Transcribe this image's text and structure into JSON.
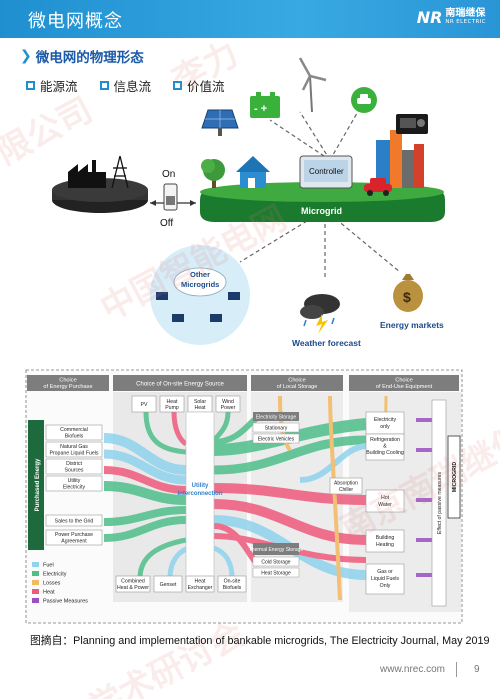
{
  "header": {
    "title": "微电网概念",
    "brand_mark": "NR",
    "brand_cn": "南瑞继保",
    "brand_en": "NR ELECTRIC"
  },
  "section": {
    "title": "微电网的物理形态"
  },
  "flows": [
    "能源流",
    "信息流",
    "价值流"
  ],
  "top_diagram": {
    "switch_on": "On",
    "switch_off": "Off",
    "controller": "Controller",
    "microgrid": "Microgrid",
    "other_microgrids": [
      "Other",
      "Microgrids"
    ],
    "weather": "Weather forecast",
    "markets": "Energy markets"
  },
  "sankey": {
    "col_titles": [
      [
        "Choice",
        "of Energy Purchase"
      ],
      [
        "Choice of On-site Energy Source"
      ],
      [
        "Choice",
        "of Local Storage"
      ],
      [
        "Choice",
        "of End-Use Equipment"
      ]
    ],
    "purchased_energy": "Purchased Energy",
    "purchases": [
      [
        "Commercial",
        "Biofuels"
      ],
      [
        "Natural Gas",
        "Propane Liquid Fuels"
      ],
      [
        "District",
        "Sources"
      ],
      [
        "Utility",
        "Electricity"
      ],
      [
        "Sales to the Grid"
      ],
      [
        "Power Purchase",
        "Agreement"
      ]
    ],
    "top_sources": [
      [
        "PV"
      ],
      [
        "Heat",
        "Pump"
      ],
      [
        "Solar",
        "Heat"
      ],
      [
        "Wind",
        "Power"
      ]
    ],
    "bottom_sources": [
      [
        "Combined",
        "Heat & Power"
      ],
      [
        "Genset"
      ],
      [
        "Heat",
        "Exchanger"
      ],
      [
        "On-site",
        "Biofuels"
      ]
    ],
    "utility": [
      "Utility",
      "Interconnection"
    ],
    "electricity_storage": {
      "title": "Electricity Storage",
      "items": [
        "Stationary",
        "Electric Vehicles"
      ]
    },
    "thermal_storage": {
      "title": "Thermal Energy Storage",
      "items": [
        "Cold Storage",
        "Heat Storage"
      ]
    },
    "absorption": [
      "Absorption",
      "Chiller"
    ],
    "enduse": [
      [
        "Electricity",
        "only"
      ],
      [
        "Refrigeration",
        "&",
        "Building Cooling"
      ],
      [
        "Hot",
        "Water"
      ],
      [
        "Building",
        "Heating"
      ],
      [
        "Gas or",
        "Liquid Fuels",
        "Only"
      ]
    ],
    "passive": "Effect of passive measures",
    "microgrid": "MICROGRID",
    "legend": [
      {
        "label": "Fuel",
        "color": "#8fd3ee"
      },
      {
        "label": "Electricity",
        "color": "#4fbf8a"
      },
      {
        "label": "Losses",
        "color": "#f4b860"
      },
      {
        "label": "Heat",
        "color": "#ef5a7c"
      },
      {
        "label": "Passive Measures",
        "color": "#9a4fc2"
      }
    ]
  },
  "caption": "图摘自：Planning and implementation of bankable microgrids, The  Electricity Journal, May 2019",
  "footer": {
    "url": "www.nrec.com",
    "page": "9"
  },
  "watermarks": [
    "限公司",
    "李力",
    "中国智能电网",
    "南京南瑞继保",
    "学术研讨会"
  ]
}
